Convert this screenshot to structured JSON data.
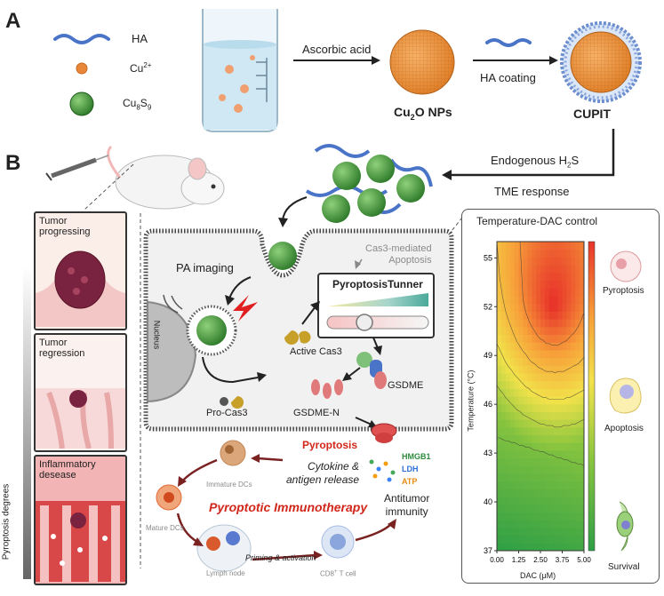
{
  "panel_a": {
    "letter": "A",
    "legend": [
      {
        "label": "HA",
        "icon": "wavy-line-icon"
      },
      {
        "label": "Cu",
        "sup": "2+",
        "icon": "orange-dot-icon"
      },
      {
        "label": "Cu",
        "sub1": "8",
        "mid": "S",
        "sub2": "9",
        "icon": "green-sphere-icon"
      }
    ],
    "step1": "Ascorbic acid",
    "step2": "HA coating",
    "product1": {
      "pre": "Cu",
      "sub": "2",
      "post": "O NPs"
    },
    "product2": "CUPIT",
    "colors": {
      "orange": "#e8873a",
      "green": "#3f8f3a",
      "blue": "#4a74c8"
    }
  },
  "panel_b": {
    "letter": "B",
    "endogenous": {
      "pre": "Endogenous H",
      "sub": "2",
      "post": "S"
    },
    "tme": "TME response",
    "side_panels": [
      {
        "title_lines": [
          "Tumor",
          "progressing"
        ]
      },
      {
        "title_lines": [
          "Tumor",
          "regression"
        ]
      },
      {
        "title_lines": [
          "Inflammatory",
          "desease"
        ]
      }
    ],
    "pyroptosis_degrees": "Pyroptosis degrees",
    "cell": {
      "pa_imaging": "PA imaging",
      "nucleus": "Nucleus",
      "cas3_mediated": [
        "Cas3-mediated",
        "Apoptosis"
      ],
      "tunner": "PyroptosisTunner",
      "active_cas3": "Active Cas3",
      "gsdme": "GSDME",
      "gsdme_n": "GSDME-N",
      "pro_cas3": "Pro-Cas3"
    },
    "pyroptosis": "Pyroptosis",
    "damps": [
      "HMGB1",
      "LDH",
      "ATP"
    ],
    "cytokine": [
      "Cytokine &",
      "antigen release"
    ],
    "immature_dcs": "Immature DCs",
    "mature_dcs": "Mature DCs",
    "lymph_node": "Lymph node",
    "priming": "Priming & activation",
    "cd8": {
      "pre": "CD8",
      "sup": "+",
      "post": " T cell"
    },
    "immunotherapy": "Pyroptotic Immunotherapy",
    "antitumor": [
      "Antitumor",
      "immunity"
    ]
  },
  "heatmap": {
    "title": "Temperature-DAC control",
    "ylabel": "Temperature (°C)",
    "xlabel": "DAC (μM)",
    "outcomes": [
      "Pyroptosis",
      "Apoptosis",
      "Survival"
    ]
  },
  "chart_data": {
    "type": "heatmap",
    "title": "Temperature-DAC control",
    "xlabel": "DAC (μM)",
    "ylabel": "Temperature (°C)",
    "x_ticks": [
      "0.00",
      "1.25",
      "2.50",
      "3.75",
      "5.00"
    ],
    "y_ticks": [
      "37",
      "40",
      "43",
      "46",
      "49",
      "52",
      "55"
    ],
    "xlim": [
      0,
      5
    ],
    "ylim": [
      37,
      56
    ],
    "colormap": [
      "#2e9f45",
      "#8cc63f",
      "#f2e24a",
      "#f7a23a",
      "#e8352a"
    ],
    "hot_region_center": [
      3.2,
      52
    ]
  }
}
